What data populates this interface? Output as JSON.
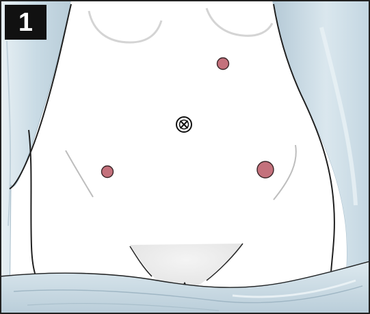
{
  "figure": {
    "step_number": "1",
    "colors": {
      "frame": "#222222",
      "drape_fill": "#cfdfe8",
      "drape_light": "#e9f1f5",
      "drape_stroke": "#a7bdca",
      "skin": "#ffffff",
      "body_outline": "#1f1f1f",
      "contour_line": "#bdbdbd",
      "port_fill": "#c4717c",
      "port_stroke": "#3a2628",
      "navel_stroke": "#111111"
    },
    "markers": [
      {
        "name": "epigastric-port",
        "kind": "port"
      },
      {
        "name": "umbilical-camera-port",
        "kind": "navel"
      },
      {
        "name": "right-lower-quadrant-port",
        "kind": "port"
      },
      {
        "name": "left-lower-quadrant-port",
        "kind": "port"
      }
    ]
  }
}
